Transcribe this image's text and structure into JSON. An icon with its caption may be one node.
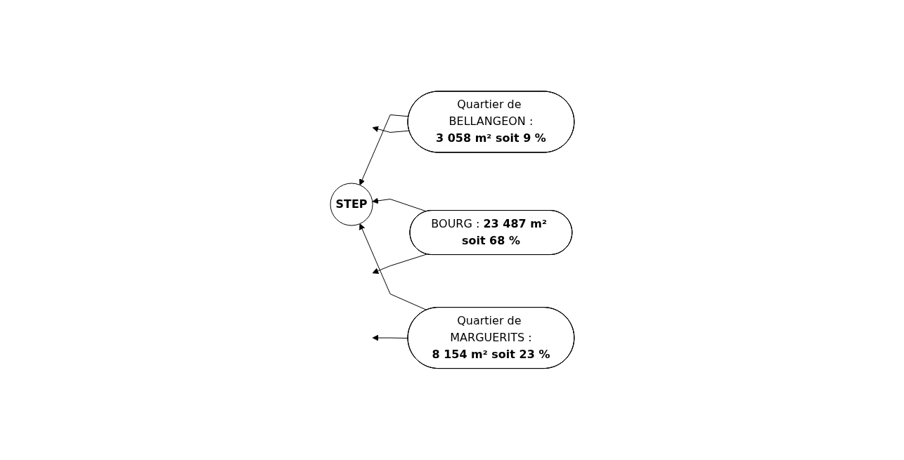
{
  "diagram": {
    "nodes": [
      {
        "text": [
          "STEP"
        ]
      },
      {
        "text": [
          "Quartier de BELLANGEON :",
          "**3 058 m² soit 9 %**"
        ]
      },
      {
        "text": [
          "BOURG : **23 487 m² soit 68 %**"
        ]
      },
      {
        "text": [
          "Quartier de MARGUERITS :",
          "**8 154 m² soit 23 %**"
        ]
      }
    ],
    "edges": [
      {
        "from": 1,
        "to": 0,
        "arrow": "to"
      },
      {
        "from": 2,
        "to": 0,
        "arrow": "to"
      },
      {
        "from": 3,
        "to": 0,
        "arrow": "to"
      },
      {
        "from": 1,
        "to": null,
        "arrow": "to"
      },
      {
        "from": 2,
        "to": null,
        "arrow": "to"
      },
      {
        "from": 3,
        "to": null,
        "arrow": "to"
      }
    ]
  }
}
